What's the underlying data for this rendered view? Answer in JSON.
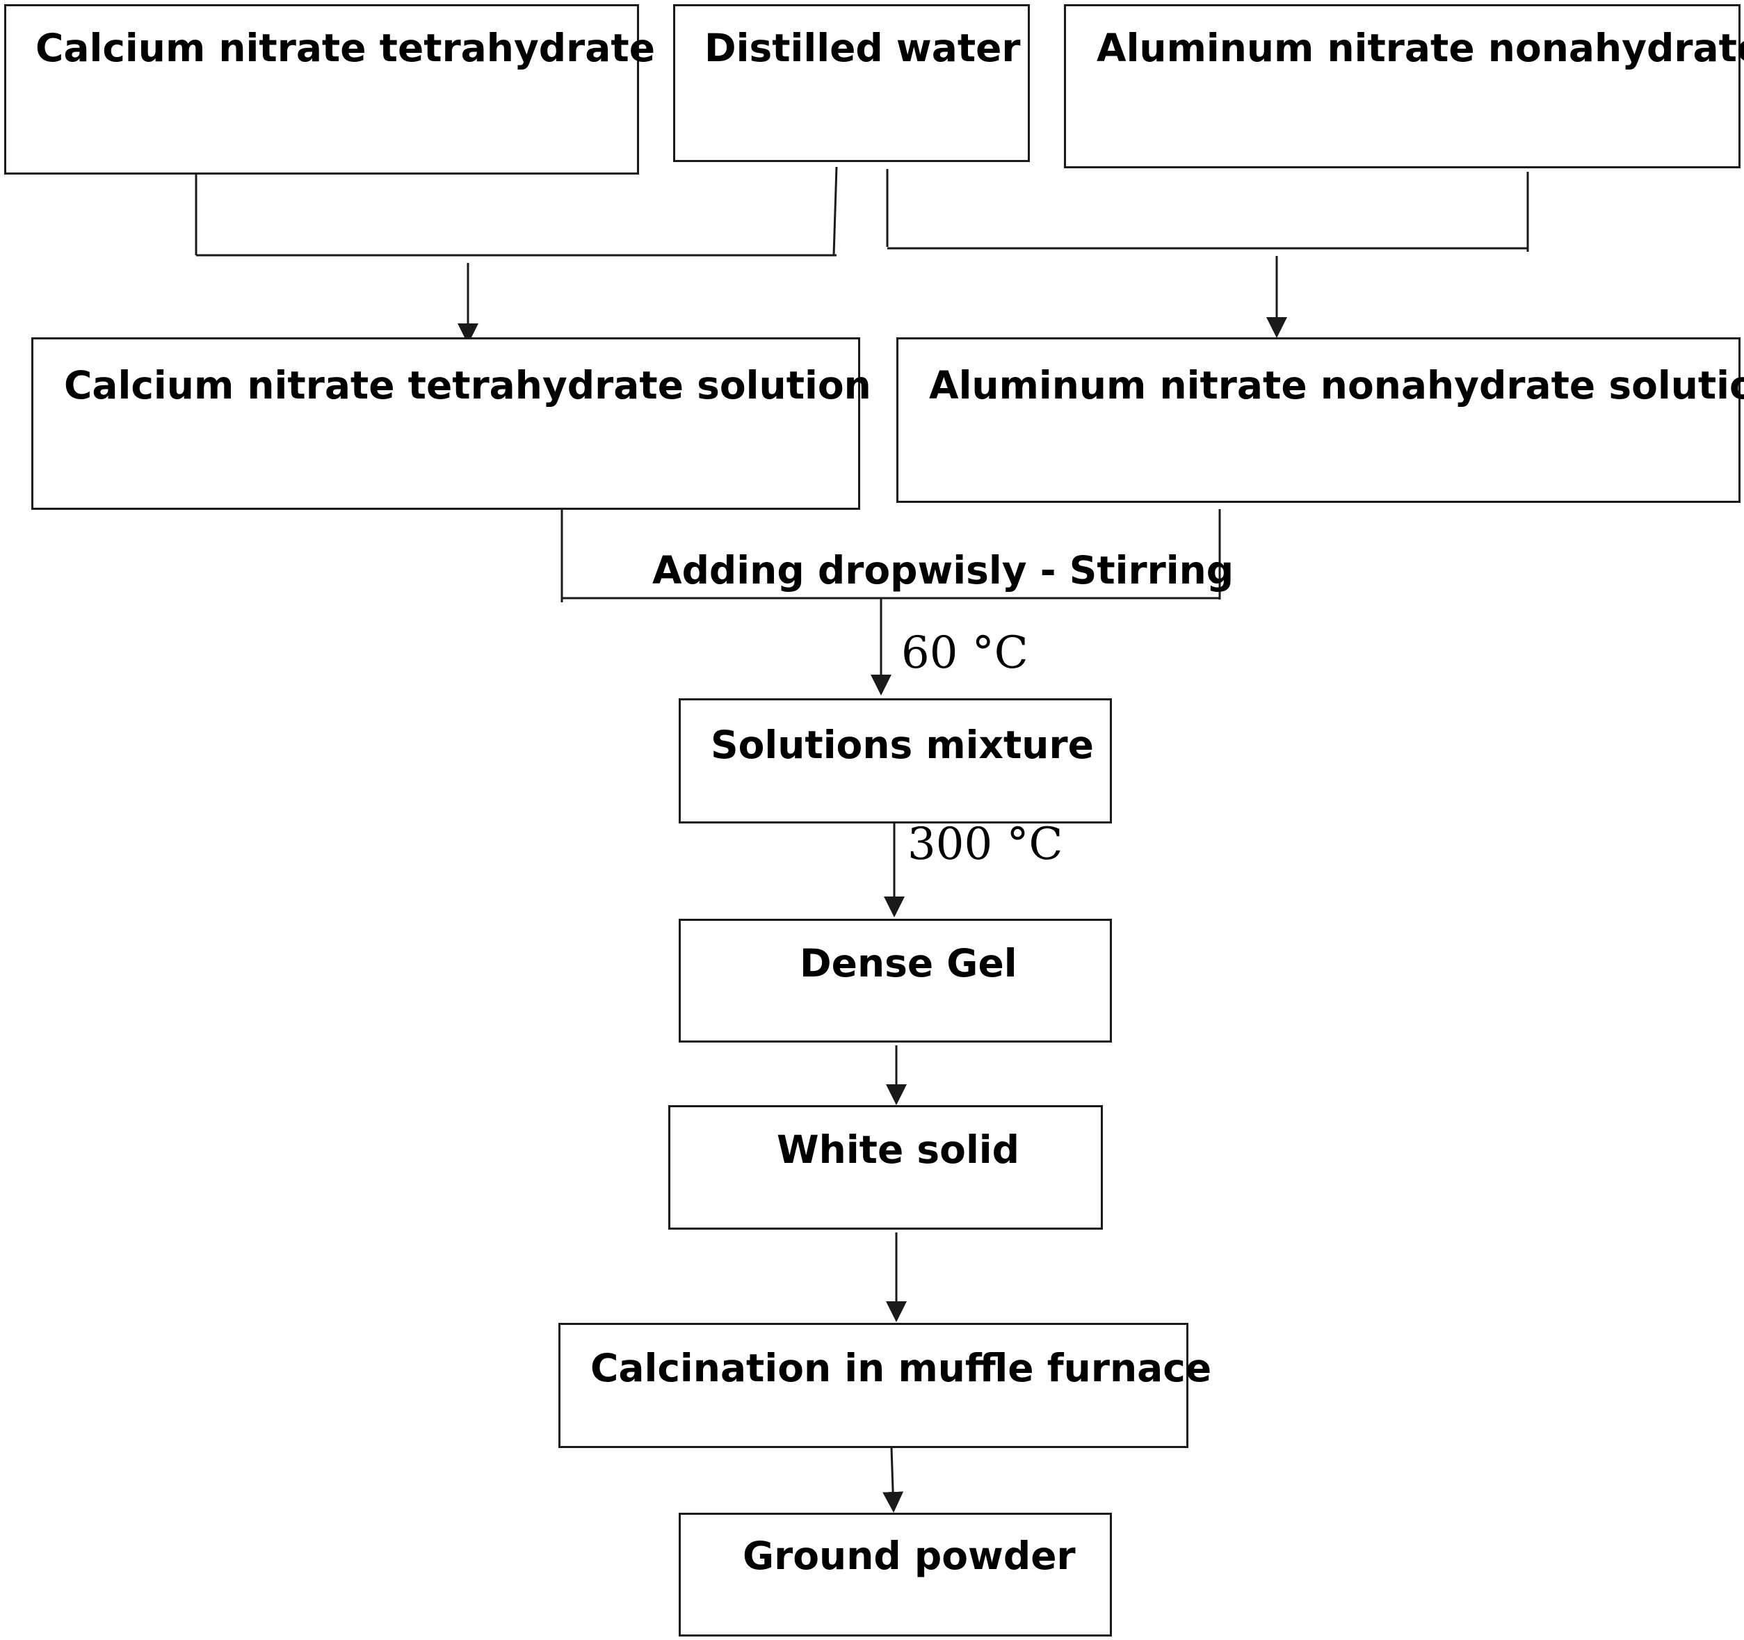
{
  "colors": {
    "line": "#1a1a1a",
    "text": "#000000",
    "background": "#ffffff"
  },
  "boxes": {
    "calcium_nitrate": "Calcium nitrate tetrahydrate",
    "distilled_water": "Distilled water",
    "aluminum_nitrate": "Aluminum nitrate nonahydrate",
    "calcium_solution": "Calcium nitrate tetrahydrate solution",
    "aluminum_solution": "Aluminum nitrate nonahydrate solution",
    "solutions_mixture": "Solutions mixture",
    "dense_gel": "Dense Gel",
    "white_solid": "White solid",
    "calcination": "Calcination in muffle furnace",
    "ground_powder": "Ground powder"
  },
  "steps": {
    "mixing": "Adding dropwisly - Stirring",
    "temp_mixing": "60 °C",
    "temp_gel": "300 °C"
  }
}
